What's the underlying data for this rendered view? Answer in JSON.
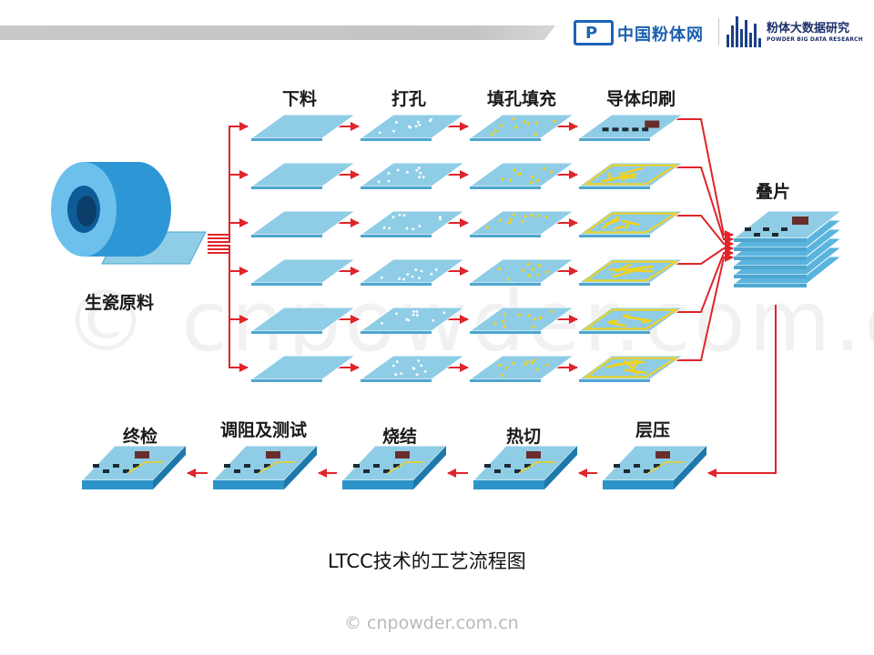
{
  "header": {
    "logo1_mark": "P",
    "logo1_name": "中国粉体网",
    "logo2_name": "粉体大数据研究",
    "logo2_sub": "POWDER BIG DATA RESEARCH"
  },
  "watermark": "© cnpowder.com.cn",
  "diagram": {
    "raw_label": "生瓷原料",
    "columns": [
      "下料",
      "打孔",
      "填孔填充",
      "导体印刷"
    ],
    "stack_label": "叠片",
    "bottom_steps": [
      "终检",
      "调阻及测试",
      "烧结",
      "热切",
      "层压"
    ],
    "colors": {
      "sheet": "#8fcde6",
      "sheet_edge": "#4fa6cf",
      "conductor": "#f2d21b",
      "chip": "#1e2a33",
      "arrow": "#e0242a",
      "roll": "#2d97d6"
    }
  },
  "caption": "LTCC技术的工艺流程图",
  "copyright": "© cnpowder.com.cn"
}
